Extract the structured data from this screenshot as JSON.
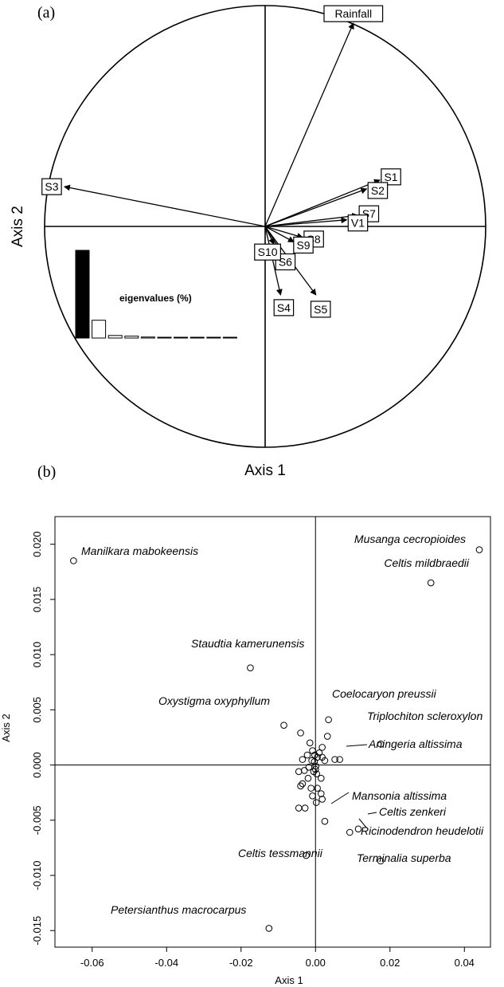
{
  "panel_a": {
    "label": "(a)",
    "xlabel": "Axis 1",
    "ylabel": "Axis 2",
    "eigen_label": "eigenvalues (%)"
  },
  "panel_b": {
    "label": "(b)"
  },
  "chart_data": [
    {
      "type": "scatter",
      "subtype": "correlation-circle",
      "xlabel": "Axis 1",
      "ylabel": "Axis 2",
      "xlim": [
        -1,
        1
      ],
      "ylim": [
        -1,
        1
      ],
      "vectors": [
        {
          "name": "Rainfall",
          "x": 0.4,
          "y": 0.92
        },
        {
          "name": "S3",
          "x": -0.91,
          "y": 0.18
        },
        {
          "name": "S1",
          "x": 0.52,
          "y": 0.21
        },
        {
          "name": "S2",
          "x": 0.46,
          "y": 0.17
        },
        {
          "name": "S7",
          "x": 0.42,
          "y": 0.05
        },
        {
          "name": "V1",
          "x": 0.37,
          "y": 0.03
        },
        {
          "name": "S8",
          "x": 0.17,
          "y": -0.05
        },
        {
          "name": "S9",
          "x": 0.13,
          "y": -0.07
        },
        {
          "name": "S6",
          "x": 0.07,
          "y": -0.11
        },
        {
          "name": "S10",
          "x": 0.04,
          "y": -0.08
        },
        {
          "name": "S4",
          "x": 0.07,
          "y": -0.31
        },
        {
          "name": "S5",
          "x": 0.23,
          "y": -0.31
        }
      ],
      "eigenvalues_inset": {
        "label": "eigenvalues (%)",
        "values": [
          69,
          14,
          2,
          1.5,
          0.8,
          0.6,
          0.5,
          0.4,
          0.3,
          0.2
        ]
      }
    },
    {
      "type": "scatter",
      "xlabel": "Axis 1",
      "ylabel": "Axis 2",
      "xlim": [
        -0.07,
        0.047
      ],
      "ylim": [
        -0.0165,
        0.0225
      ],
      "xticks": [
        -0.06,
        -0.04,
        -0.02,
        0.0,
        0.02,
        0.04
      ],
      "xtick_labels": [
        "-0.06",
        "-0.04",
        "-0.02",
        "0.00",
        "0.02",
        "0.04"
      ],
      "yticks": [
        -0.015,
        -0.01,
        -0.005,
        0.0,
        0.005,
        0.01,
        0.015,
        0.02
      ],
      "ytick_labels": [
        "-0.015",
        "-0.010",
        "-0.005",
        "0.000",
        "0.005",
        "0.010",
        "0.015",
        "0.020"
      ],
      "labeled_points": [
        {
          "label": "Manilkara mabokeensis",
          "x": -0.065,
          "y": 0.0185
        },
        {
          "label": "Musanga cecropioides",
          "x": 0.044,
          "y": 0.0195
        },
        {
          "label": "Celtis mildbraedii",
          "x": 0.031,
          "y": 0.0165
        },
        {
          "label": "Staudtia kamerunensis",
          "x": -0.0175,
          "y": 0.0088
        },
        {
          "label": "Oxystigma oxyphyllum",
          "x": -0.0085,
          "y": 0.0036
        },
        {
          "label": "Coelocaryon preussii",
          "x": 0.0035,
          "y": 0.0041
        },
        {
          "label": "Triplochiton scleroxylon",
          "x": 0.0175,
          "y": 0.0019
        },
        {
          "label": "Aningeria altissima",
          "x": 0.0065,
          "y": 0.0005
        },
        {
          "label": "Mansonia altissima",
          "x": 0.0025,
          "y": -0.0051
        },
        {
          "label": "Celtis zenkeri",
          "x": 0.0115,
          "y": -0.0058
        },
        {
          "label": "Ricinodendron heudelotii",
          "x": 0.0092,
          "y": -0.0061
        },
        {
          "label": "Terminalia superba",
          "x": 0.0175,
          "y": -0.0087
        },
        {
          "label": "Celtis tessmannii",
          "x": -0.0025,
          "y": -0.0082
        },
        {
          "label": "Petersianthus macrocarpus",
          "x": -0.0125,
          "y": -0.0148
        }
      ],
      "points": [
        {
          "x": -0.004,
          "y": 0.0029
        },
        {
          "x": -0.0015,
          "y": 0.002
        },
        {
          "x": 0.0018,
          "y": 0.0016
        },
        {
          "x": 0.0032,
          "y": 0.0026
        },
        {
          "x": 0.001,
          "y": 0.0011
        },
        {
          "x": -0.0022,
          "y": 0.0009
        },
        {
          "x": -0.0035,
          "y": 0.0005
        },
        {
          "x": -0.001,
          "y": 0.0004
        },
        {
          "x": 0.0018,
          "y": 0.0007
        },
        {
          "x": 0.0005,
          "y": 0.0007
        },
        {
          "x": -0.0008,
          "y": 0.0013
        },
        {
          "x": 0.0025,
          "y": 0.0004
        },
        {
          "x": 0.0052,
          "y": 0.0005
        },
        {
          "x": -0.0018,
          "y": -0.0002
        },
        {
          "x": 0.0001,
          "y": -0.0001
        },
        {
          "x": 0.0,
          "y": -0.0004
        },
        {
          "x": -0.0005,
          "y": -0.0006
        },
        {
          "x": -0.003,
          "y": -0.0005
        },
        {
          "x": -0.0045,
          "y": -0.0006
        },
        {
          "x": -0.002,
          "y": -0.0012
        },
        {
          "x": -0.0035,
          "y": -0.0017
        },
        {
          "x": -0.004,
          "y": -0.0019
        },
        {
          "x": 0.0015,
          "y": -0.0012
        },
        {
          "x": -0.0012,
          "y": -0.0021
        },
        {
          "x": 0.0005,
          "y": -0.0021
        },
        {
          "x": 0.0015,
          "y": -0.0026
        },
        {
          "x": -0.0008,
          "y": -0.0028
        },
        {
          "x": 0.0002,
          "y": -0.0034
        },
        {
          "x": 0.0018,
          "y": -0.0031
        },
        {
          "x": -0.0045,
          "y": -0.0039
        },
        {
          "x": -0.0028,
          "y": -0.0039
        },
        {
          "x": -0.0003,
          "y": 0.0003
        },
        {
          "x": 0.0003,
          "y": -0.0008
        },
        {
          "x": -0.0002,
          "y": 0.0009
        }
      ]
    }
  ]
}
